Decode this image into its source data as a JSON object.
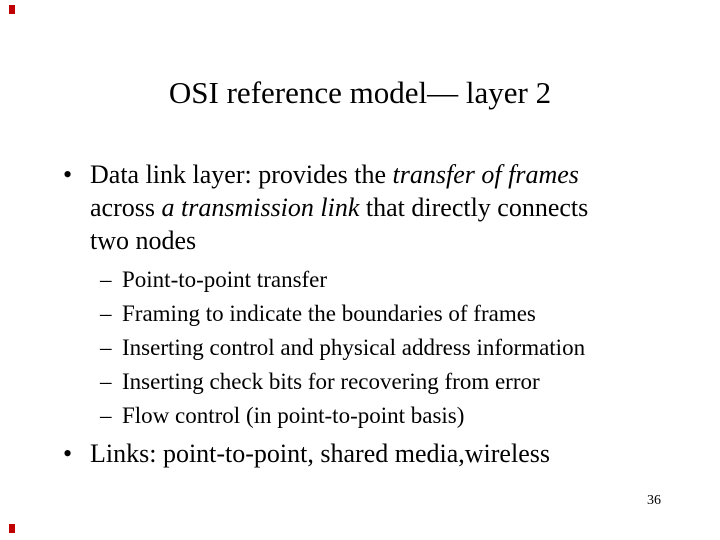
{
  "slide": {
    "title": "OSI reference model— layer 2",
    "page_number": "36",
    "colors": {
      "background": "#ffffff",
      "text": "#000000",
      "corner_mark": "#c00000"
    },
    "content": [
      {
        "type": "bullet",
        "marker": "•",
        "lines": [
          [
            {
              "t": "Data link layer: provides the "
            },
            {
              "t": "transfer of frames",
              "i": true
            }
          ],
          [
            {
              "t": "across "
            },
            {
              "t": "a transmission link",
              "i": true
            },
            {
              "t": " that directly connects"
            }
          ],
          [
            {
              "t": "two nodes"
            }
          ]
        ]
      },
      {
        "type": "sub",
        "marker": "–",
        "lines": [
          [
            {
              "t": "Point-to-point transfer"
            }
          ]
        ]
      },
      {
        "type": "sub",
        "marker": "–",
        "lines": [
          [
            {
              "t": "Framing to indicate the boundaries of frames"
            }
          ]
        ]
      },
      {
        "type": "sub",
        "marker": "–",
        "lines": [
          [
            {
              "t": "Inserting control and physical address information"
            }
          ]
        ]
      },
      {
        "type": "sub",
        "marker": "–",
        "lines": [
          [
            {
              "t": "Inserting check bits for recovering from error"
            }
          ]
        ]
      },
      {
        "type": "sub",
        "marker": "–",
        "lines": [
          [
            {
              "t": "Flow control (in point-to-point basis)"
            }
          ]
        ]
      },
      {
        "type": "bullet",
        "marker": "•",
        "lines": [
          [
            {
              "t": "Links: point-to-point, shared media,wireless"
            }
          ]
        ]
      }
    ]
  }
}
